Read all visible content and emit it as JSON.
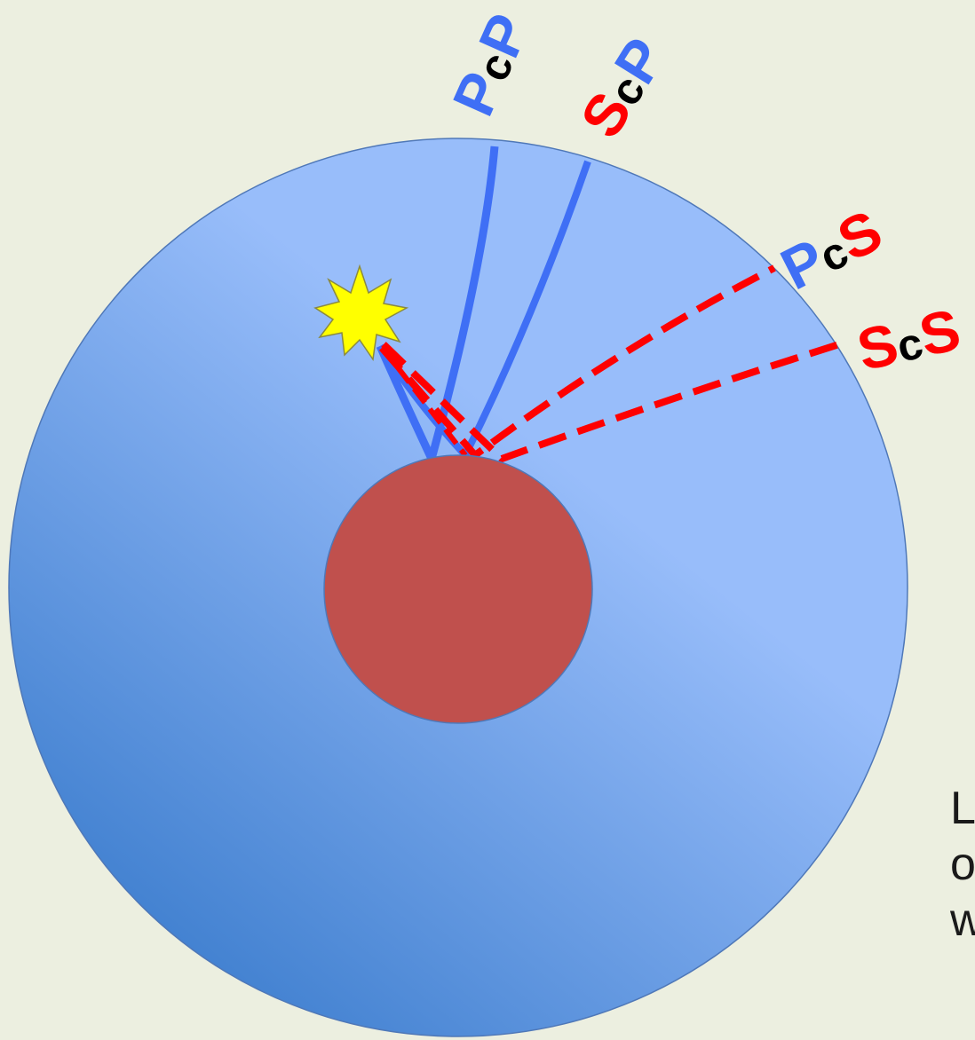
{
  "diagram": {
    "phase_labels": [
      {
        "first": "P",
        "mid": "c",
        "last": "P"
      },
      {
        "first": "S",
        "mid": "c",
        "last": "P"
      },
      {
        "first": "P",
        "mid": "c",
        "last": "S"
      },
      {
        "first": "S",
        "mid": "c",
        "last": "S"
      }
    ],
    "side_text_lines": [
      "L",
      "o",
      "w"
    ],
    "colors": {
      "background": "#ecefe0",
      "mantle_light": "#98bdfa",
      "mantle_dark": "#3f7fcf",
      "core": "#c0504d",
      "p_wave": "#3f6ff5",
      "s_wave": "#ff0000",
      "converted_letter": "#000000",
      "source_star": "#ffff00"
    },
    "icons": {
      "source": "star-burst-icon"
    }
  }
}
